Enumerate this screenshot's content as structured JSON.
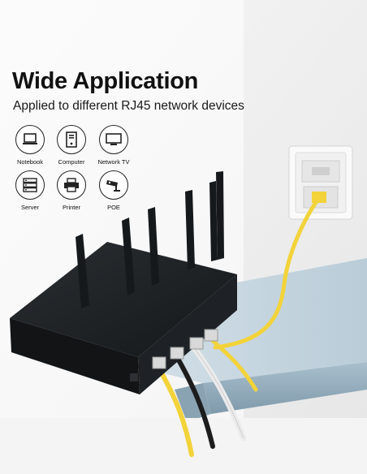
{
  "heading": {
    "title": "Wide Application",
    "subtitle": "Applied to different RJ45 network devices"
  },
  "devices": [
    {
      "label": "Notebook",
      "icon": "notebook-icon"
    },
    {
      "label": "Computer",
      "icon": "computer-icon"
    },
    {
      "label": "Network TV",
      "icon": "network-tv-icon"
    },
    {
      "label": "Server",
      "icon": "server-icon"
    },
    {
      "label": "Printer",
      "icon": "printer-icon"
    },
    {
      "label": "POE",
      "icon": "poe-camera-icon"
    }
  ],
  "colors": {
    "cable_yellow": "#f2d33a",
    "cable_white": "#ebebeb",
    "cable_black": "#1d1d1d",
    "router_body": "#1c1f22",
    "table_top": "#c9d8e1",
    "table_edge": "#9fb7c6",
    "wall": "#eeeeee"
  }
}
